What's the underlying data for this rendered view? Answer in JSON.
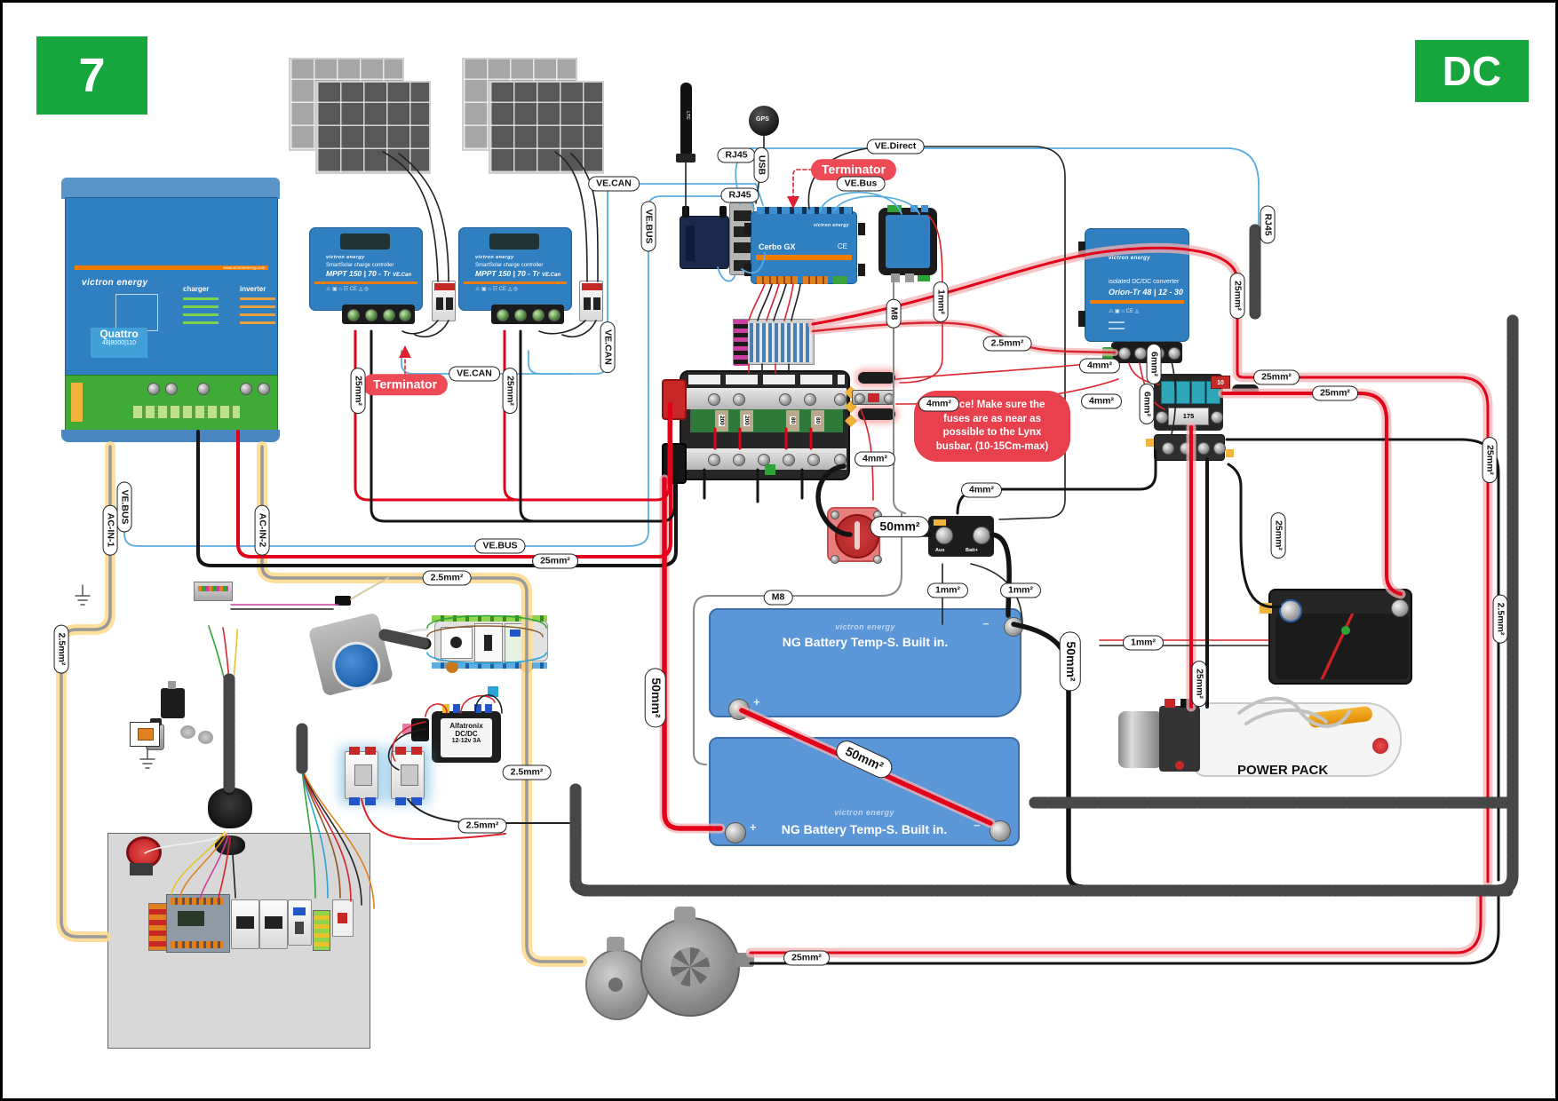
{
  "page": {
    "sheet_number": "7",
    "corner_tag": "DC"
  },
  "colors": {
    "accent_green": "#17a53e",
    "victron_blue": "#2f7fc1",
    "alert_red": "#ee4a56",
    "wire_red": "#e2001a"
  },
  "notice": {
    "text": "Notice! Make sure the fuses are as near as possible to the Lynx busbar. (10-15Cm-max)"
  },
  "terminators": {
    "cerbo": "Terminator",
    "mppt": "Terminator"
  },
  "quattro": {
    "brand": "victron energy",
    "website": "www.victronenergy.com",
    "charger_label": "charger",
    "inverter_label": "inverter",
    "model": "Quattro",
    "rating": "48|8000|110"
  },
  "mppt1": {
    "line1": "SmartSolar charge controller",
    "model": "MPPT 150 | 70 - Tr",
    "bus": "VE.Can"
  },
  "mppt2": {
    "line1": "SmartSolar charge controller",
    "model": "MPPT 150 | 70 - Tr",
    "bus": "VE.Can"
  },
  "cerbo": {
    "model": "Cerbo GX",
    "ce": "CE"
  },
  "antenna": {
    "label": "LTE"
  },
  "gps": {
    "label": "GPS"
  },
  "orion": {
    "brand": "victron energy",
    "line1": "isolated DC/DC converter",
    "model": "Orion-Tr 48 | 12 - 30"
  },
  "lynx": {
    "fuses": [
      "200",
      "200",
      "80",
      "80"
    ]
  },
  "fuseblock": {
    "midi": "175",
    "mini": "10"
  },
  "shunt": {
    "aux": "Aux",
    "batt": "Batt+"
  },
  "battery1": {
    "brand": "victron energy",
    "label": "NG Battery Temp-S. Built in.",
    "plus": "+",
    "minus": "−"
  },
  "battery2": {
    "brand": "victron energy",
    "label": "NG Battery Temp-S. Built in.",
    "plus": "+",
    "minus": "−"
  },
  "powerpack": {
    "label": "POWER PACK"
  },
  "alfatronix": {
    "line1": "Alfatronix",
    "line2": "DC/DC",
    "line3": "12-12v 3A"
  },
  "wire_labels": [
    {
      "text": "RJ45"
    },
    {
      "text": "USB"
    },
    {
      "text": "VE.Direct"
    },
    {
      "text": "VE.Bus"
    },
    {
      "text": "RJ45"
    },
    {
      "text": "VE.CAN"
    },
    {
      "text": "VE.BUS"
    },
    {
      "text": "VE.CAN"
    },
    {
      "text": "VE.CAN"
    },
    {
      "text": "25mm²"
    },
    {
      "text": "25mm²"
    },
    {
      "text": "VE.BUS"
    },
    {
      "text": "AC-IN-1"
    },
    {
      "text": "AC-IN-2"
    },
    {
      "text": "VE.BUS"
    },
    {
      "text": "25mm²"
    },
    {
      "text": "2.5mm²"
    },
    {
      "text": "2.5mm²"
    },
    {
      "text": "M8"
    },
    {
      "text": "1mm²"
    },
    {
      "text": "2.5mm²"
    },
    {
      "text": "4mm²"
    },
    {
      "text": "4mm²"
    },
    {
      "text": "4mm²"
    },
    {
      "text": "4mm²"
    },
    {
      "text": "4mm²"
    },
    {
      "text": "6mm²"
    },
    {
      "text": "6mm²"
    },
    {
      "text": "25mm²"
    },
    {
      "text": "RJ45"
    },
    {
      "text": "25mm²"
    },
    {
      "text": "25mm²"
    },
    {
      "text": "25mm²"
    },
    {
      "text": "2.5mm²"
    },
    {
      "text": "50mm²"
    },
    {
      "text": "1mm²"
    },
    {
      "text": "1mm²"
    },
    {
      "text": "M8"
    },
    {
      "text": "50mm²"
    },
    {
      "text": "50mm²"
    },
    {
      "text": "50mm²"
    },
    {
      "text": "1mm²"
    },
    {
      "text": "25mm²"
    },
    {
      "text": "25mm²"
    },
    {
      "text": "25mm²"
    },
    {
      "text": "2.5mm²"
    },
    {
      "text": "2.5mm²"
    }
  ]
}
